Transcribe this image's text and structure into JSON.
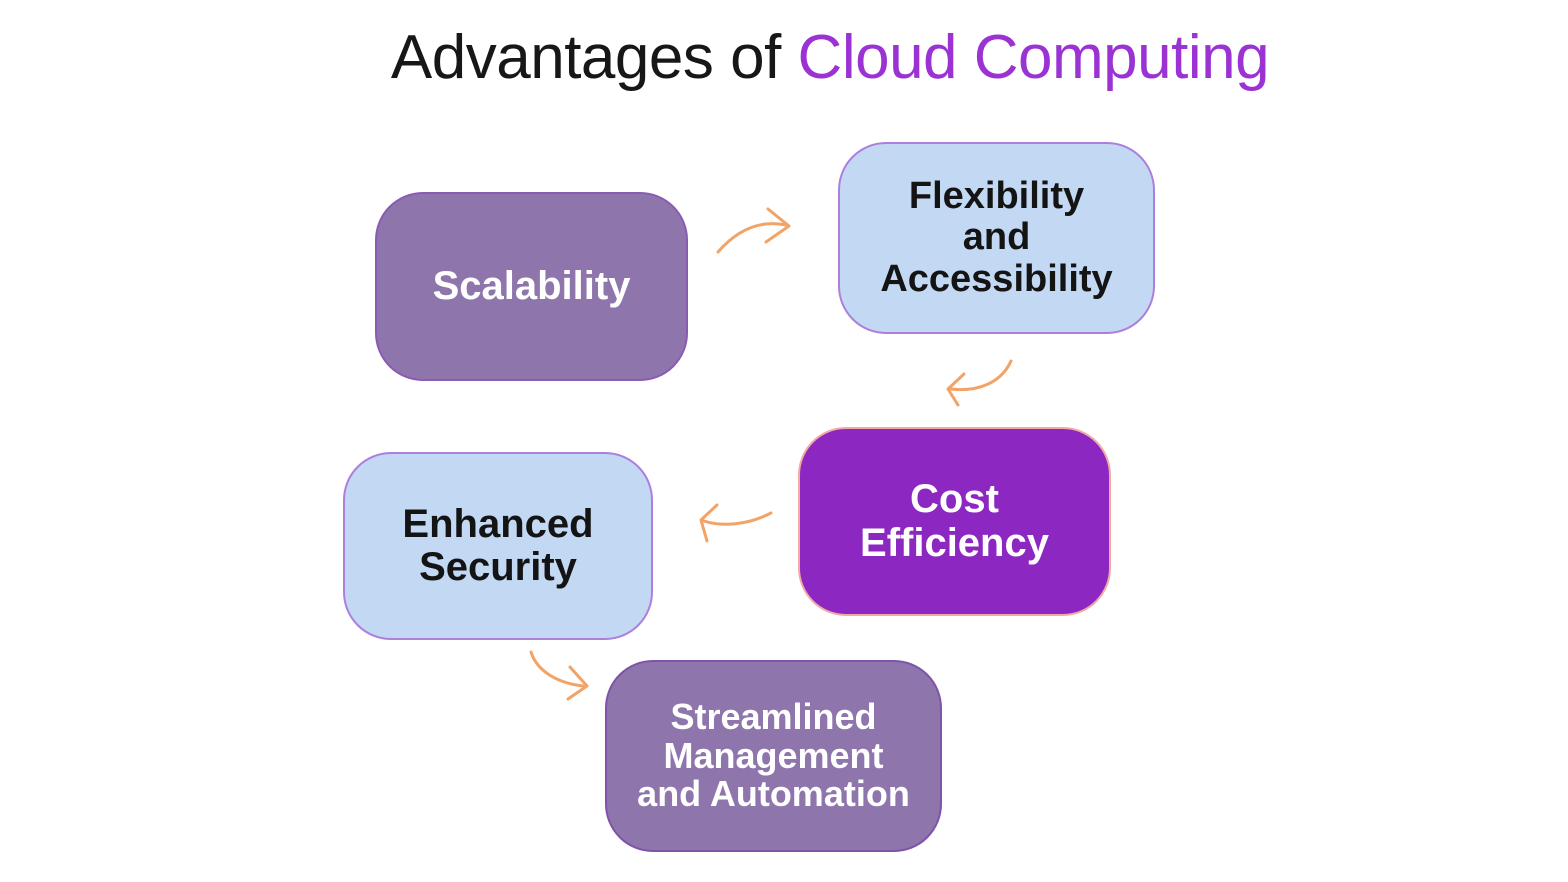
{
  "title": {
    "prefix": "Advantages of ",
    "highlight": "Cloud Computing"
  },
  "boxes": [
    {
      "id": "scalability",
      "label": "Scalability"
    },
    {
      "id": "flexibility-accessibility",
      "label": "Flexibility\nand\nAccessibility"
    },
    {
      "id": "cost-efficiency",
      "label": "Cost\nEfficiency"
    },
    {
      "id": "enhanced-security",
      "label": "Enhanced\nSecurity"
    },
    {
      "id": "streamlined-management-automation",
      "label": "Streamlined\nManagement\nand Automation"
    }
  ],
  "colors": {
    "background": "#ffffff",
    "title_text": "#171717",
    "title_highlight": "#9b32d4",
    "box_medium_purple_fill": "#8e76ad",
    "box_light_blue_fill": "#c3d9f3",
    "box_vivid_purple_fill": "#8c27c1",
    "light_blue_box_border": "#ad7fdd",
    "vivid_purple_box_border": "#f2aaa4",
    "medium_purple_box_border": "#8a5bb2",
    "streamlined_box_border": "#7e54a8",
    "arrow": "#f2a365",
    "text_on_purple": "#ffffff",
    "text_on_blue": "#141414"
  }
}
